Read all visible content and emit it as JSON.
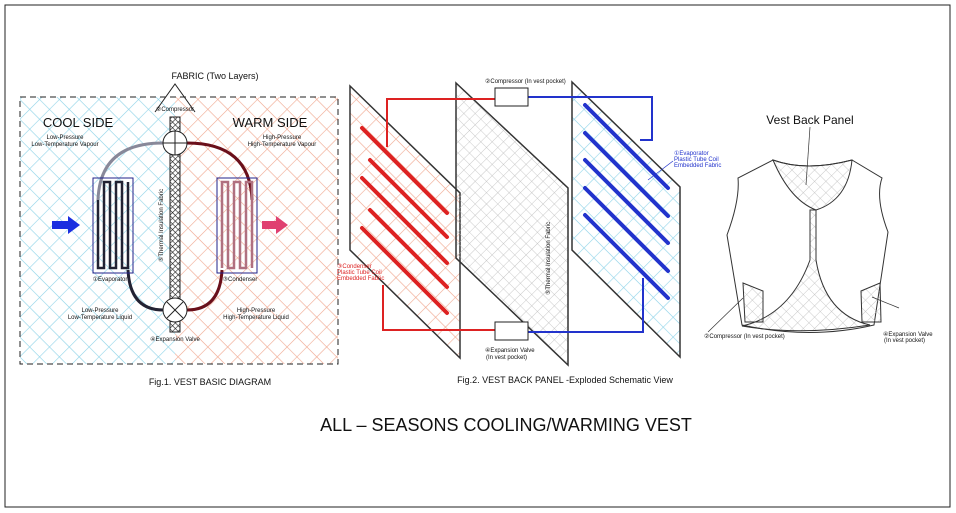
{
  "title": "ALL – SEASONS COOLING/WARMING VEST",
  "fig1": {
    "fabric_label": "FABRIC (Two Layers)",
    "cool_side": "COOL SIDE",
    "warm_side": "WARM SIDE",
    "compressor": "②Compressor",
    "evaporator": "①Evaporator",
    "condenser": "③Condenser",
    "expansion_valve": "④Expansion Valve",
    "insulation": "⑤Thermal Insulation Fabric",
    "lp_vapour_1": "Low-Pressure",
    "lp_vapour_2": "Low-Temperature Vapour",
    "hp_vapour_1": "High-Pressure",
    "hp_vapour_2": "High-Temperature Vapour",
    "lp_liquid_1": "Low-Pressure",
    "lp_liquid_2": "Low-Temperature Liquid",
    "hp_liquid_1": "High-Pressure",
    "hp_liquid_2": "High-Temperature Liquid",
    "caption": "Fig.1.  VEST BASIC DIAGRAM"
  },
  "fig2": {
    "compressor": "②Compressor  (In vest pocket)",
    "expansion_1": "④Expansion Valve",
    "expansion_2": "(In vest pocket)",
    "evap_1": "①Evaporator",
    "evap_2": "Plastic Tube Coil",
    "evap_3": "Embedded Fabric",
    "cond_1": "③Condenser",
    "cond_2": "Plastic Tube Coil",
    "cond_3": "Embedded Fabric",
    "insulation": "⑤Thermal Insulation Fabric",
    "caption": "Fig.2. VEST BACK PANEL -Exploded Schematic View"
  },
  "fig3": {
    "title": "Vest Back Panel",
    "compressor": "②Compressor  (In vest pocket)",
    "expansion_1": "④Expansion Valve",
    "expansion_2": "(In vest pocket)"
  },
  "colors": {
    "cool": "#2233cc",
    "warm": "#dd2222"
  }
}
